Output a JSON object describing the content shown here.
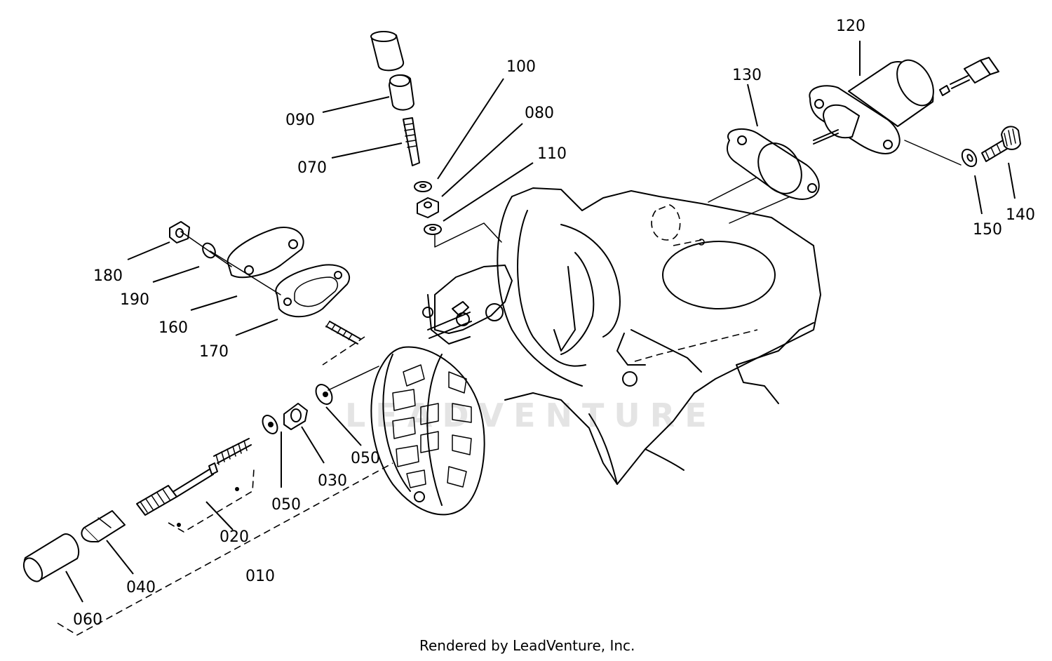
{
  "callouts": {
    "c010": "010",
    "c020": "020",
    "c030": "030",
    "c040": "040",
    "c050a": "050",
    "c050b": "050",
    "c060": "060",
    "c070": "070",
    "c080": "080",
    "c090": "090",
    "c100": "100",
    "c110": "110",
    "c120": "120",
    "c130": "130",
    "c140": "140",
    "c150": "150",
    "c160": "160",
    "c170": "170",
    "c180": "180",
    "c190": "190"
  },
  "watermark": "LEADVENTURE",
  "footer": "Rendered by LeadVenture, Inc."
}
